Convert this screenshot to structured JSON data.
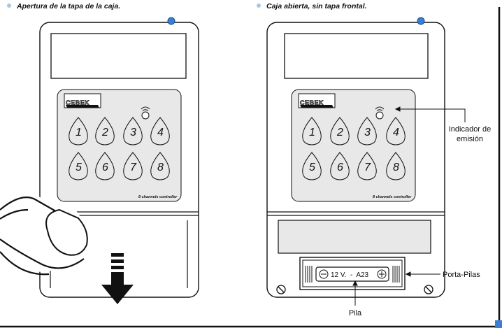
{
  "captions": {
    "left": "Apertura de la tapa de la caja.",
    "right": "Caja abierta, sin tapa frontal."
  },
  "colors": {
    "bullet": "#a8c8e0",
    "led": "#3b7fd4",
    "line": "#111111",
    "panel": "#e8e8e8"
  },
  "device": {
    "brand": "CEBEK",
    "keys": [
      "1",
      "2",
      "3",
      "4",
      "5",
      "6",
      "7",
      "8"
    ],
    "controller_label": "8 channels controller"
  },
  "annotations": {
    "indicator_line1": "Indicador de",
    "indicator_line2": "emisión",
    "battery_holder": "Porta-Pilas",
    "battery": "Pila",
    "battery_text": "12 V.  -  A23"
  },
  "icons": [
    "finger-illustration",
    "down-arrow-icon",
    "antenna-signal-icon",
    "screw-icon",
    "plus-terminal-icon",
    "minus-terminal-icon"
  ]
}
